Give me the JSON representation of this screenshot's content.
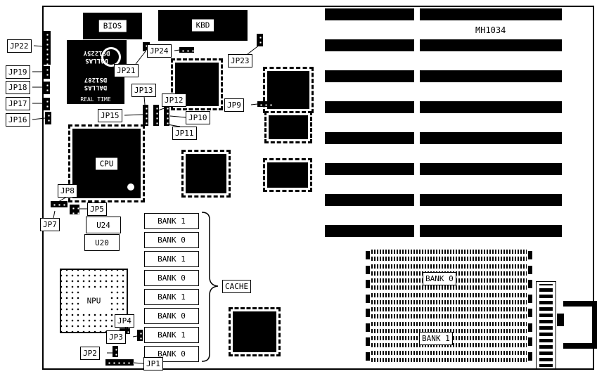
{
  "board": {
    "model": "MH1034"
  },
  "jumpers": {
    "jp1": "JP1",
    "jp2": "JP2",
    "jp3": "JP3",
    "jp4": "JP4",
    "jp5": "JP5",
    "jp7": "JP7",
    "jp8": "JP8",
    "jp9": "JP9",
    "jp10": "JP10",
    "jp11": "JP11",
    "jp12": "JP12",
    "jp13": "JP13",
    "jp15": "JP15",
    "jp16": "JP16",
    "jp17": "JP17",
    "jp18": "JP18",
    "jp19": "JP19",
    "jp21": "JP21",
    "jp22": "JP22",
    "jp23": "JP23",
    "jp24": "JP24"
  },
  "chips": {
    "bios": "BIOS",
    "kbd": "KBD",
    "cpu": "CPU",
    "npu": "NPU",
    "u24": "U24",
    "u20": "U20",
    "dallas1_line1": "DALLAS",
    "dallas1_line2": "DS1225Y",
    "dallas2_line1": "DALLAS",
    "dallas2_line2": "DS1287",
    "dallas2_line3": "REAL TIME"
  },
  "cache": {
    "label": "CACHE",
    "banks": [
      "BANK 1",
      "BANK 0",
      "BANK 1",
      "BANK 0",
      "BANK 1",
      "BANK 0",
      "BANK 1",
      "BANK 0"
    ]
  },
  "memory": {
    "bank0_label": "BANK 0",
    "bank1_label": "BANK 1"
  }
}
